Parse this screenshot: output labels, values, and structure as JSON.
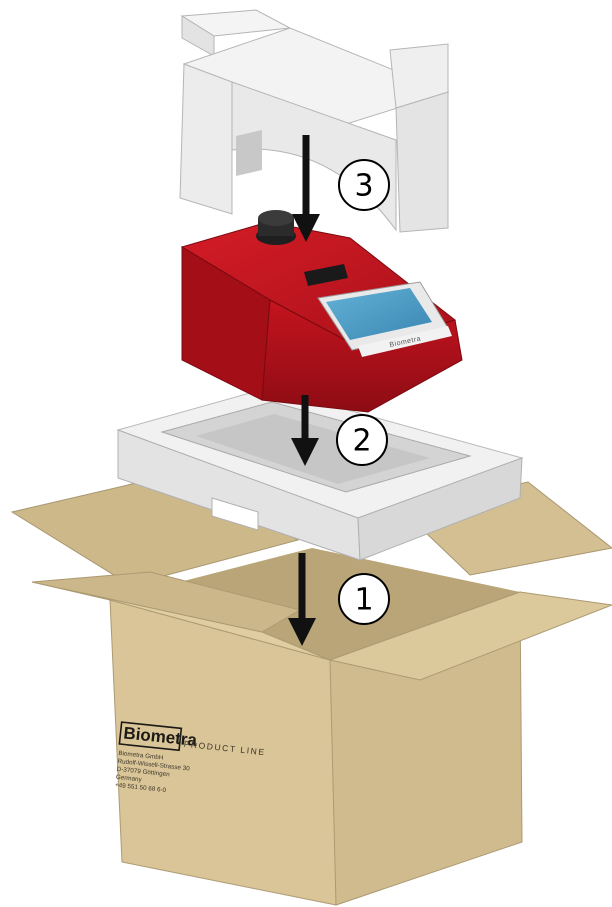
{
  "steps": [
    {
      "number": "1"
    },
    {
      "number": "2"
    },
    {
      "number": "3"
    }
  ],
  "box_label": {
    "brand": "Biometra",
    "product_line": "PRODUCT LINE",
    "address_lines": [
      "Biometra GmbH",
      "Rudolf-Wissell-Strasse 30",
      "D-37079 Göttingen",
      "Germany",
      "+49 551 50 68 6-0"
    ]
  },
  "device": {
    "brand": "Biometra"
  },
  "colors": {
    "device_red": "#b3111a",
    "cardboard": "#d6c294",
    "foam": "#e6e6e6",
    "screen": "#4d9bc4",
    "arrow": "#111111"
  }
}
